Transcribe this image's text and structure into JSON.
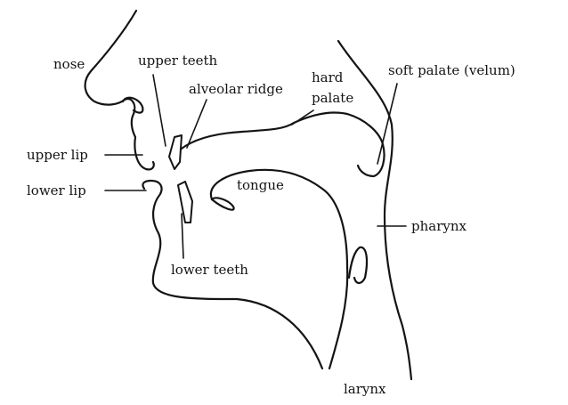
{
  "labels": {
    "nose": "nose",
    "upper_teeth": "upper teeth",
    "alveolar_ridge": "alveolar ridge",
    "hard_palate_line1": "hard",
    "hard_palate_line2": "palate",
    "soft_palate": "soft palate (velum)",
    "upper_lip": "upper lip",
    "lower_lip": "lower lip",
    "tongue": "tongue",
    "pharynx": "pharynx",
    "lower_teeth": "lower teeth",
    "larynx": "larynx"
  },
  "colors": {
    "ink": "#141414",
    "background": "#ffffff"
  }
}
